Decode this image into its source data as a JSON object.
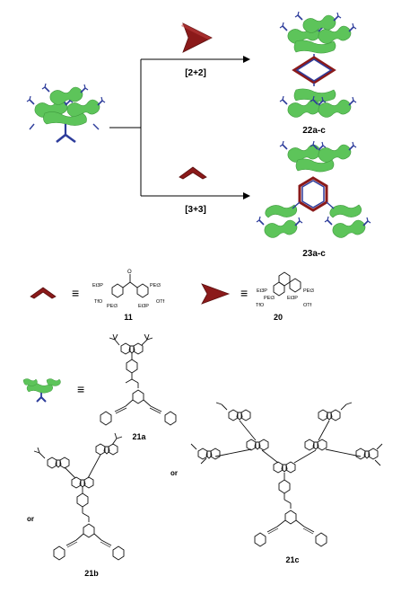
{
  "scheme": {
    "conditions": {
      "two_plus_two": "[2+2]",
      "three_plus_three": "[3+3]"
    },
    "products": {
      "p22": "22a-c",
      "p23": "23a-c"
    },
    "compounds": {
      "c11": "11",
      "c20": "20",
      "c21a": "21a",
      "c21b": "21b",
      "c21c": "21c"
    },
    "symbols": {
      "equiv": "≡",
      "or": "or"
    },
    "reagent_labels": {
      "pet3": "PEt3",
      "et3p": "Et3P",
      "otf": "OTf",
      "tfo": "TfO",
      "o": "O"
    },
    "colors": {
      "dendron_green": "#5dc45a",
      "linker_red": "#8b1a1a",
      "pyridine_blue": "#2d3c9b",
      "arrow": "#000000"
    }
  }
}
